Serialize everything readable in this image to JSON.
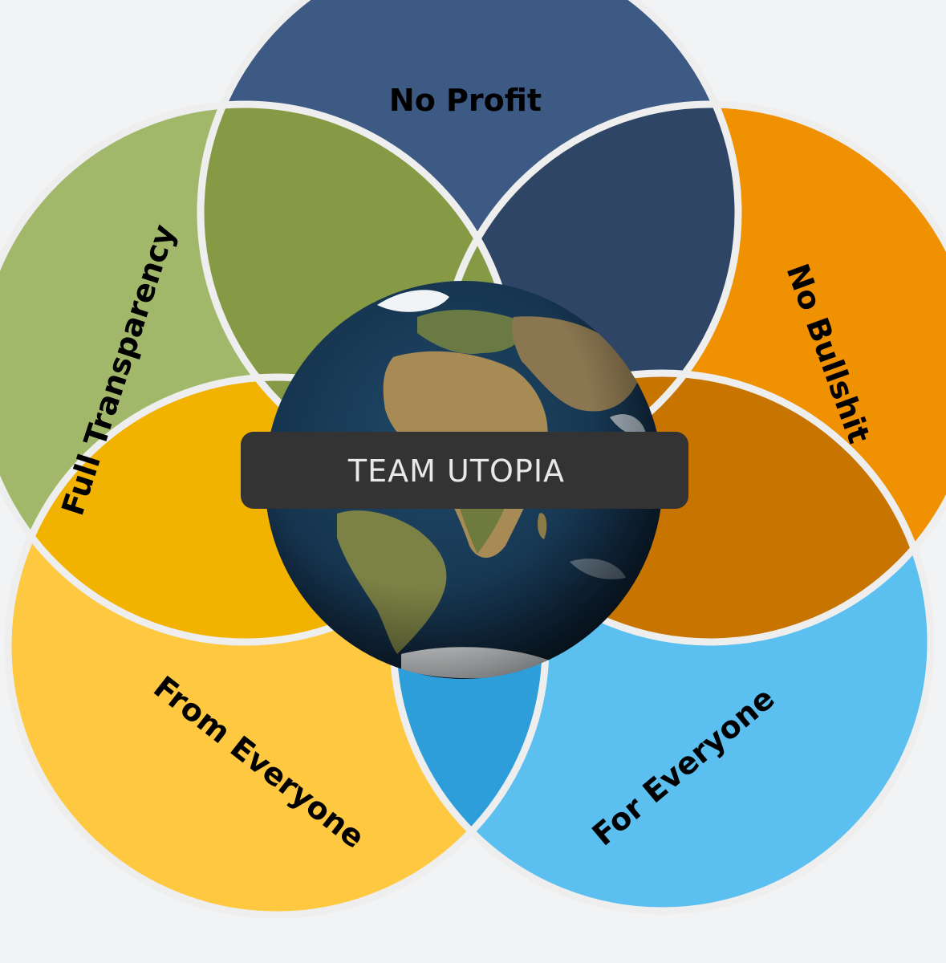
{
  "diagram": {
    "center_label": "TEAM UTOPIA",
    "petals": [
      {
        "label": "No Profit",
        "color": "#3c5a83",
        "overlap_color": "#2f4565"
      },
      {
        "label": "No Bullshit",
        "color": "#ef9100",
        "overlap_color": "#c77400"
      },
      {
        "label": "For Everyone",
        "color": "#5bc0ef",
        "overlap_color": "#2e9edb"
      },
      {
        "label": "From Everyone",
        "color": "#fec840",
        "overlap_color": "#f2b200"
      },
      {
        "label": "Full Transparency",
        "color": "#a1b86a",
        "overlap_color": "#869945"
      }
    ],
    "center_icon": "earth-globe-icon",
    "outline_color": "#eeeeee",
    "banner_color": "#333333"
  }
}
